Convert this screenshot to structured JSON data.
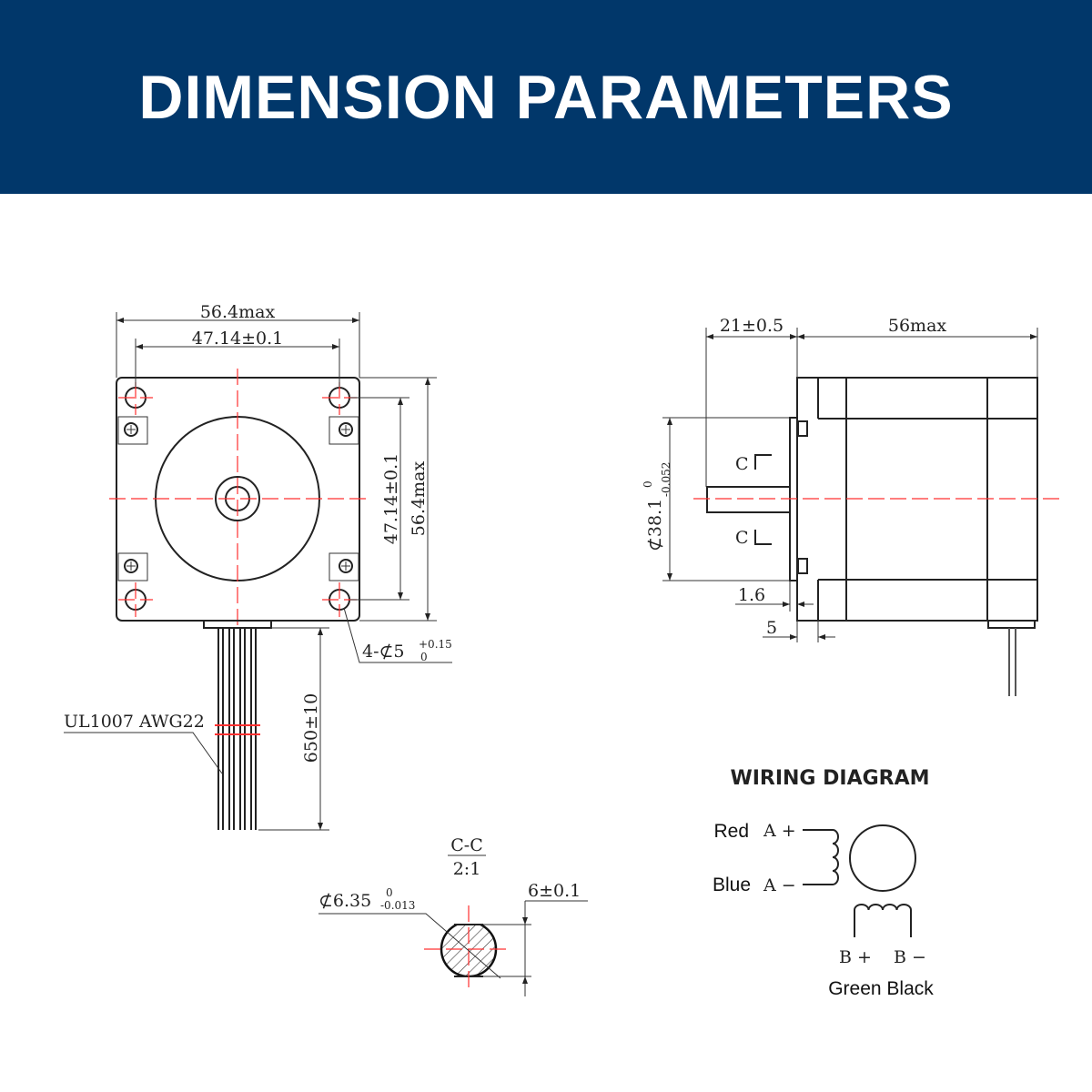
{
  "header": {
    "title": "DIMENSION PARAMETERS"
  },
  "front_view": {
    "width_overall": "56.4max",
    "hole_spacing_h": "47.14±0.1",
    "hole_spacing_v": "47.14±0.1",
    "height_overall": "56.4max",
    "mount_holes": {
      "main": "4-⊄5",
      "upper_tol": "+0.15",
      "lower_tol": "0"
    },
    "cable_spec": "UL1007 AWG22",
    "cable_length": "650±10"
  },
  "side_view": {
    "shaft_length": "21±0.5",
    "body_length": "56max",
    "pilot_diameter": {
      "main": "⊄38.1",
      "upper_tol": "0",
      "lower_tol": "-0.052"
    },
    "section_mark_top": "C",
    "section_mark_bottom": "C",
    "flange_thickness": "1.6",
    "flange_depth": "5"
  },
  "section_view": {
    "title": "C-C",
    "scale": "2:1",
    "shaft_diameter": {
      "main": "⊄6.35",
      "upper_tol": "0",
      "lower_tol": "-0.013"
    },
    "flat_width": "6±0.1"
  },
  "wiring": {
    "title": "WIRING DIAGRAM",
    "a_plus_color": "Red",
    "a_plus": "A +",
    "a_minus_color": "Blue",
    "a_minus": "A −",
    "b_plus": "B +",
    "b_minus": "B −",
    "b_colors": "Green Black"
  }
}
